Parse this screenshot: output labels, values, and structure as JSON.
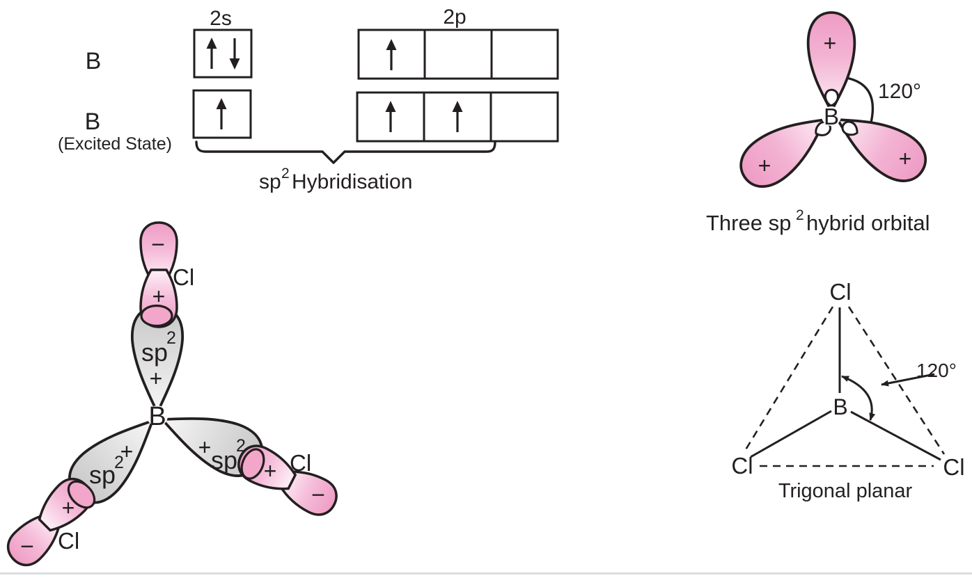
{
  "page": {
    "background": "#ffffff",
    "bottom_rule_color": "#d9dde0"
  },
  "colors": {
    "ink": "#231f20",
    "pink_tip": "#ee9cc4",
    "pink_mid": "#f3b3d3",
    "pink_base": "#fdeff6",
    "overlap_cap_pink": "#f2a7ca",
    "gray_tip": "#c7c7c7",
    "gray_mid": "#dedede",
    "gray_base": "#f7f7f7"
  },
  "orbital_diagram": {
    "shell_s_label": "2s",
    "shell_p_label": "2p",
    "rows": [
      {
        "element": "B",
        "state_note": "",
        "s_electrons": [
          "up",
          "down"
        ],
        "p_electrons": [
          [
            "up"
          ],
          [],
          []
        ]
      },
      {
        "element": "B",
        "state_note": "(Excited State)",
        "s_electrons": [
          "up"
        ],
        "p_electrons": [
          [
            "up"
          ],
          [
            "up"
          ],
          []
        ]
      }
    ],
    "brace_label_base": "sp",
    "brace_label_sup": "2",
    "brace_label_rest": "Hybridisation"
  },
  "hybrid_diagram": {
    "boron_label": "B",
    "plus_sign": "+",
    "angle_label": "120°",
    "caption_pre": "Three sp",
    "caption_sup": "2",
    "caption_post": "hybrid orbital"
  },
  "overlap_diagram": {
    "boron_label": "B",
    "chlorine_label": "Cl",
    "plus_sign": "+",
    "minus_sign": "−",
    "sp_label_base": "sp",
    "sp_label_sup": "2"
  },
  "trigonal_diagram": {
    "boron_label": "B",
    "chlorine_label": "Cl",
    "angle_label": "120°",
    "caption": "Trigonal planar"
  }
}
